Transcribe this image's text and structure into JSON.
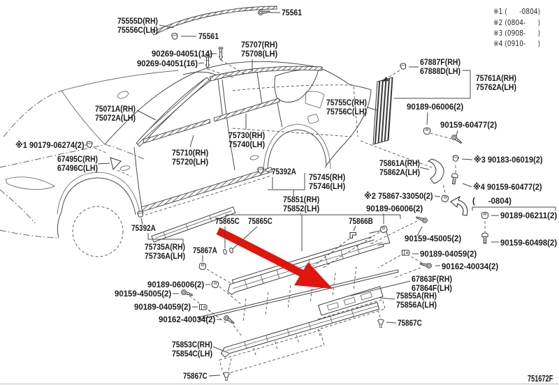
{
  "colors": {
    "background": "#ffffff",
    "line": "#474747",
    "text": "#1a1a1a",
    "arrow_red": "#e0150e"
  },
  "diagram": {
    "code": "751672F"
  },
  "legend": {
    "l1": "※1 (      -0804)",
    "l2": "※2 (0804-      )",
    "l3": "※3 (0908-      )",
    "l4": "※4 (0910-      )"
  },
  "labels": {
    "roof_mold_rh": "75555D(RH)",
    "roof_mold_lh": "75556C(LH)",
    "retainer_75561": "75561",
    "screw_roof_14": "90269-04051(14)",
    "screw_roof_16": "90269-04051(16)",
    "drip_mold_rh": "75707(RH)",
    "drip_mold_lh": "75708(LH)",
    "pillar_clip_rh": "67887F(RH)",
    "pillar_clip_lh": "67888D(LH)",
    "pillar_applique_rh": "75761A(RH)",
    "pillar_applique_lh": "75762A(LH)",
    "ws_mold_rh": "75071A(RH)",
    "ws_mold_lh": "75072A(LH)",
    "bpillar_tape_rh": "75755C(RH)",
    "bpillar_tape_lh": "75756C(LH)",
    "grommet_06006": "90189-06006(2)",
    "screw_60477": "90159-60477(2)",
    "rr_belt_rh": "75730(RH)",
    "rr_belt_lh": "75740(LH)",
    "ref1_retainer": "※1 90179-06274(2)",
    "fr_belt_rh": "75710(RH)",
    "fr_belt_lh": "75720(LH)",
    "cowl_garnish_rh": "67495C(RH)",
    "cowl_garnish_lh": "67496C(LH)",
    "bracket_rh": "75861A(RH)",
    "bracket_lh": "75862A(LH)",
    "ref3_clip": "※3 90183-06019(2)",
    "ref4_screw": "※4 90159-60477(2)",
    "clip_75392a": "75392A",
    "qtr_protector_rh": "75745(RH)",
    "qtr_protector_lh": "75746(LH)",
    "ref2_clip": "※2 75867-33050(2)",
    "rocker_mold_rh": "75851(RH)",
    "rocker_mold_lh": "75852(LH)",
    "date_0804": "(      -0804)",
    "clip_75865c": "75865C",
    "clip_75866b": "75866B",
    "screw_45005": "90159-45005(2)",
    "clip_04059": "90189-04059(2)",
    "screw_40034": "90162-40034(2)",
    "grommet_06211": "90189-06211(2)",
    "bolt_60498": "90159-60498(2)",
    "film_rh": "67863F(RH)",
    "film_lh": "67864F(LH)",
    "pad_rh": "75855A(RH)",
    "pad_lh": "75856A(LH)",
    "clip_75867a": "75867A",
    "clip_75867c": "75867C",
    "fr_pad_rh": "75735A(RH)",
    "fr_pad_lh": "75736A(LH)",
    "sill_prot_rh": "75853C(RH)",
    "sill_prot_lh": "75854C(LH)"
  }
}
